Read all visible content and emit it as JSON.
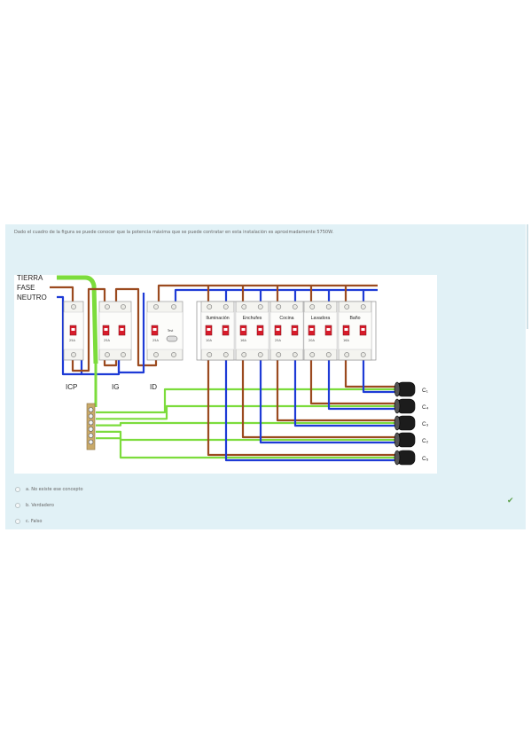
{
  "question": {
    "text": "Dado el cuadro de la figura se puede conocer que la potencia máxima que se puede contratar en esta instalación es aproximadamente 5750W."
  },
  "diagram": {
    "supply_labels": [
      "TIERRA",
      "FASE",
      "NEUTRO"
    ],
    "device_labels": [
      "ICP",
      "IG",
      "ID"
    ],
    "breaker_names": [
      "Iluminación",
      "Enchufes",
      "Cocina",
      "Lavadora",
      "Baño"
    ],
    "ratings": [
      "25A",
      "25A",
      "25A",
      "10A",
      "16A",
      "25A",
      "20A",
      "16A"
    ],
    "circuit_labels": [
      "C₁",
      "C₄",
      "C₃",
      "C₂",
      "C₅"
    ],
    "id_test_label": "Test",
    "colors": {
      "fase": "#9b4a1f",
      "neutro": "#1e3bd6",
      "tierra": "#7cdc3c",
      "panel_bg": "#e1f1f6"
    }
  },
  "answers": [
    {
      "label": "a. No existe ese concepto"
    },
    {
      "label": "b. Verdadero"
    },
    {
      "label": "c. Falso"
    }
  ],
  "feedback": {
    "icon": "check-icon",
    "mark": "✔"
  }
}
